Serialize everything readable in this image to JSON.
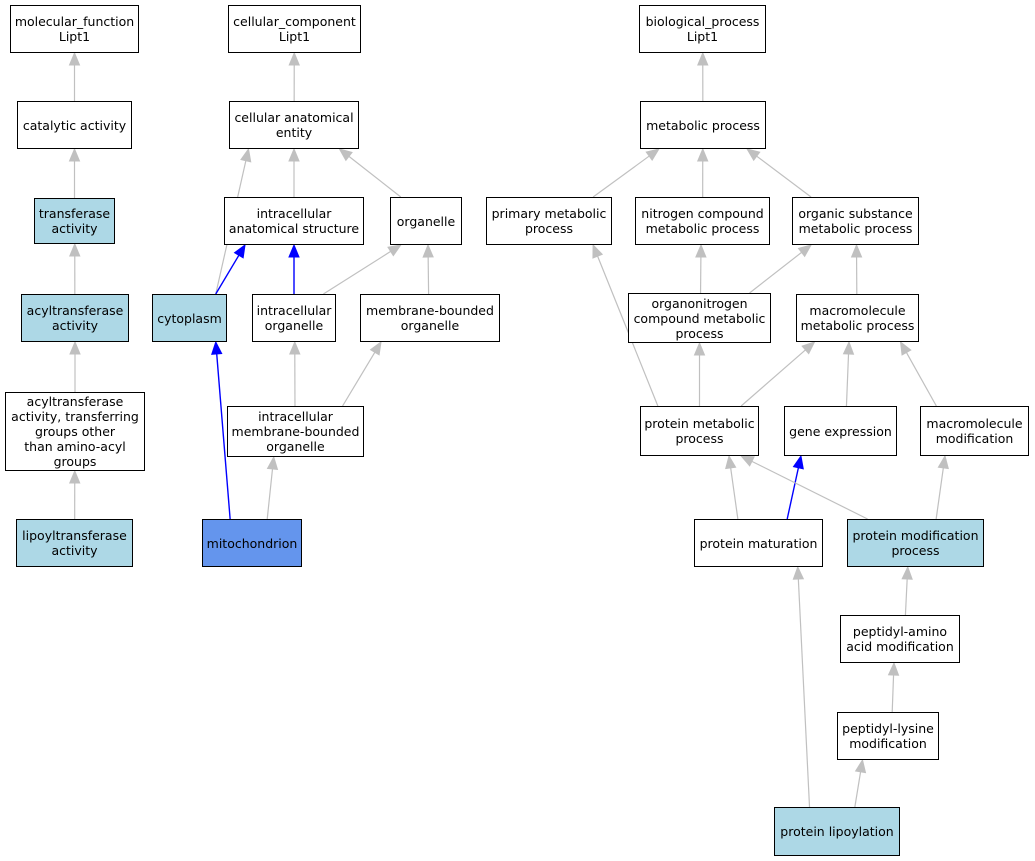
{
  "palette": {
    "default": "#ffffff",
    "light": "#add8e6",
    "strong": "#6495ed",
    "edge_gray": "#c0c0c0",
    "edge_blue": "#0000ff"
  },
  "nodes": {
    "mf_root": {
      "label": "molecular_function\nLipt1",
      "fill": "default"
    },
    "catalytic": {
      "label": "catalytic activity",
      "fill": "default"
    },
    "transferase": {
      "label": "transferase\nactivity",
      "fill": "light"
    },
    "acyltransferase": {
      "label": "acyltransferase\nactivity",
      "fill": "light"
    },
    "acyl_other": {
      "label": "acyltransferase\nactivity, transferring\ngroups other\nthan amino-acyl\ngroups",
      "fill": "default"
    },
    "lipoyltransferase": {
      "label": "lipoyltransferase\nactivity",
      "fill": "light"
    },
    "cc_root": {
      "label": "cellular_component\nLipt1",
      "fill": "default"
    },
    "cell_anat": {
      "label": "cellular anatomical\nentity",
      "fill": "default"
    },
    "intra_anat": {
      "label": "intracellular\nanatomical structure",
      "fill": "default"
    },
    "organelle": {
      "label": "organelle",
      "fill": "default"
    },
    "cytoplasm": {
      "label": "cytoplasm",
      "fill": "light"
    },
    "intra_org": {
      "label": "intracellular\norganelle",
      "fill": "default"
    },
    "mem_org": {
      "label": "membrane-bounded\norganelle",
      "fill": "default"
    },
    "intra_mem_org": {
      "label": "intracellular\nmembrane-bounded\norganelle",
      "fill": "default"
    },
    "mito": {
      "label": "mitochondrion",
      "fill": "strong"
    },
    "bp_root": {
      "label": "biological_process\nLipt1",
      "fill": "default"
    },
    "metabolic": {
      "label": "metabolic process",
      "fill": "default"
    },
    "primary_met": {
      "label": "primary metabolic\nprocess",
      "fill": "default"
    },
    "nitrogen_met": {
      "label": "nitrogen compound\nmetabolic process",
      "fill": "default"
    },
    "organic_met": {
      "label": "organic substance\nmetabolic process",
      "fill": "default"
    },
    "organonitrogen": {
      "label": "organonitrogen\ncompound metabolic\nprocess",
      "fill": "default"
    },
    "macromol_met": {
      "label": "macromolecule\nmetabolic process",
      "fill": "default"
    },
    "protein_met": {
      "label": "protein metabolic\nprocess",
      "fill": "default"
    },
    "gene_expr": {
      "label": "gene expression",
      "fill": "default"
    },
    "macromol_mod": {
      "label": "macromolecule\nmodification",
      "fill": "default"
    },
    "protein_mat": {
      "label": "protein maturation",
      "fill": "default"
    },
    "protein_mod": {
      "label": "protein modification\nprocess",
      "fill": "light"
    },
    "peptidyl_amino": {
      "label": "peptidyl-amino\nacid modification",
      "fill": "default"
    },
    "peptidyl_lysine": {
      "label": "peptidyl-lysine\nmodification",
      "fill": "default"
    },
    "lipoylation": {
      "label": "protein lipoylation",
      "fill": "light"
    }
  },
  "edges": [
    {
      "from": "catalytic",
      "to": "mf_root",
      "color": "gray"
    },
    {
      "from": "transferase",
      "to": "catalytic",
      "color": "gray"
    },
    {
      "from": "acyltransferase",
      "to": "transferase",
      "color": "gray"
    },
    {
      "from": "acyl_other",
      "to": "acyltransferase",
      "color": "gray"
    },
    {
      "from": "lipoyltransferase",
      "to": "acyl_other",
      "color": "gray"
    },
    {
      "from": "cell_anat",
      "to": "cc_root",
      "color": "gray"
    },
    {
      "from": "intra_anat",
      "to": "cell_anat",
      "color": "gray"
    },
    {
      "from": "organelle",
      "to": "cell_anat",
      "color": "gray"
    },
    {
      "from": "cytoplasm",
      "to": "cell_anat",
      "color": "gray"
    },
    {
      "from": "cytoplasm",
      "to": "intra_anat",
      "color": "blue"
    },
    {
      "from": "intra_org",
      "to": "intra_anat",
      "color": "blue"
    },
    {
      "from": "intra_org",
      "to": "organelle",
      "color": "gray"
    },
    {
      "from": "mem_org",
      "to": "organelle",
      "color": "gray"
    },
    {
      "from": "intra_mem_org",
      "to": "intra_org",
      "color": "gray"
    },
    {
      "from": "intra_mem_org",
      "to": "mem_org",
      "color": "gray"
    },
    {
      "from": "mito",
      "to": "cytoplasm",
      "color": "blue"
    },
    {
      "from": "mito",
      "to": "intra_mem_org",
      "color": "gray"
    },
    {
      "from": "metabolic",
      "to": "bp_root",
      "color": "gray"
    },
    {
      "from": "primary_met",
      "to": "metabolic",
      "color": "gray"
    },
    {
      "from": "nitrogen_met",
      "to": "metabolic",
      "color": "gray"
    },
    {
      "from": "organic_met",
      "to": "metabolic",
      "color": "gray"
    },
    {
      "from": "organonitrogen",
      "to": "nitrogen_met",
      "color": "gray"
    },
    {
      "from": "organonitrogen",
      "to": "organic_met",
      "color": "gray"
    },
    {
      "from": "macromol_met",
      "to": "organic_met",
      "color": "gray"
    },
    {
      "from": "protein_met",
      "to": "primary_met",
      "color": "gray"
    },
    {
      "from": "protein_met",
      "to": "organonitrogen",
      "color": "gray"
    },
    {
      "from": "protein_met",
      "to": "macromol_met",
      "color": "gray"
    },
    {
      "from": "gene_expr",
      "to": "macromol_met",
      "color": "gray"
    },
    {
      "from": "macromol_mod",
      "to": "macromol_met",
      "color": "gray"
    },
    {
      "from": "protein_mat",
      "to": "protein_met",
      "color": "gray"
    },
    {
      "from": "protein_mat",
      "to": "gene_expr",
      "color": "blue"
    },
    {
      "from": "protein_mod",
      "to": "protein_met",
      "color": "gray"
    },
    {
      "from": "protein_mod",
      "to": "macromol_mod",
      "color": "gray"
    },
    {
      "from": "peptidyl_amino",
      "to": "protein_mod",
      "color": "gray"
    },
    {
      "from": "peptidyl_lysine",
      "to": "peptidyl_amino",
      "color": "gray"
    },
    {
      "from": "lipoylation",
      "to": "peptidyl_lysine",
      "color": "gray"
    },
    {
      "from": "lipoylation",
      "to": "protein_mat",
      "color": "gray"
    }
  ]
}
